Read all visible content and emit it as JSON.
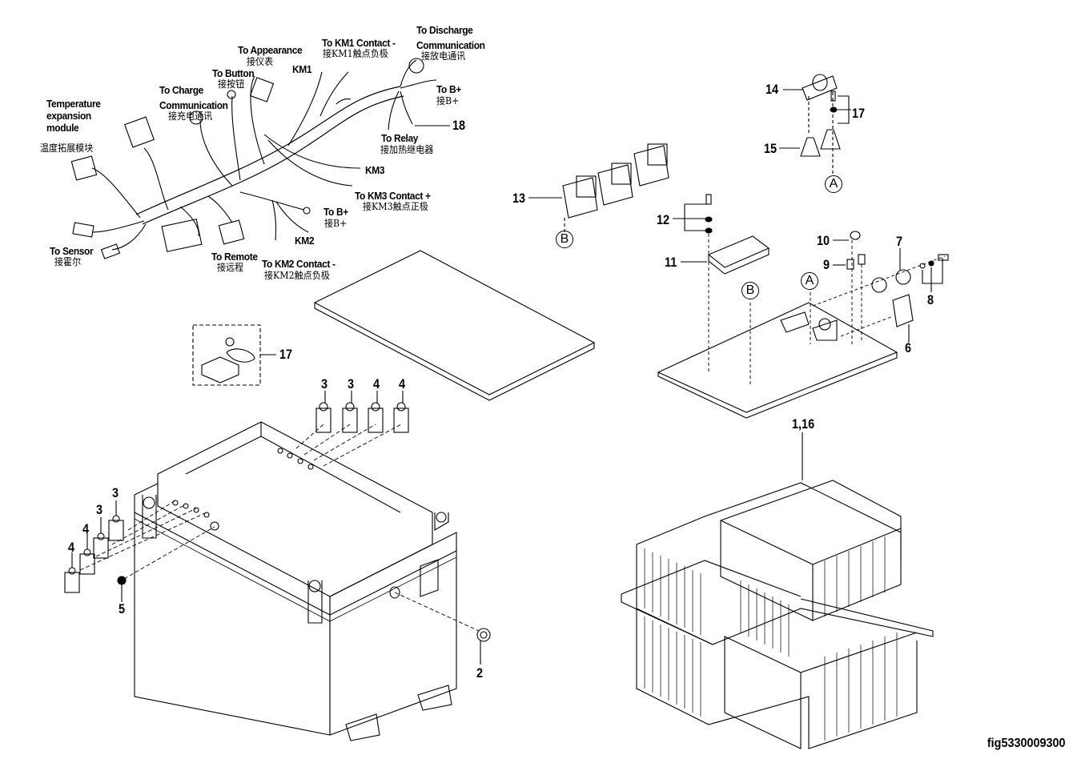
{
  "figure": {
    "id": "fig5330009300",
    "type": "exploded parts diagram",
    "subject": "Battery box assembly with wiring harness"
  },
  "harness_labels": [
    {
      "key": "temp",
      "en": [
        "Temperature",
        "expansion",
        "module"
      ],
      "zh": "温度拓展模块"
    },
    {
      "key": "charge",
      "en": [
        "To Charge",
        "Communication"
      ],
      "zh": "接充电通讯"
    },
    {
      "key": "button",
      "en": [
        "To Button"
      ],
      "zh": "接按钮"
    },
    {
      "key": "appearance",
      "en": [
        "To Appearance"
      ],
      "zh": "接仪表"
    },
    {
      "key": "km1contact",
      "en": [
        "To KM1 Contact -"
      ],
      "zh": "接KM1触点负极"
    },
    {
      "key": "discharge",
      "en": [
        "To Discharge",
        "Communication"
      ],
      "zh": "接放电通讯"
    },
    {
      "key": "bplus1",
      "en": [
        "To B+"
      ],
      "zh": "接B+"
    },
    {
      "key": "relay",
      "en": [
        "To Relay"
      ],
      "zh": "接加热继电器"
    },
    {
      "key": "km3contact",
      "en": [
        "To KM3 Contact +"
      ],
      "zh": "接KM3触点正极"
    },
    {
      "key": "bplus2",
      "en": [
        "To B+"
      ],
      "zh": "接B+"
    },
    {
      "key": "sensor",
      "en": [
        "To Sensor"
      ],
      "zh": "接霍尔"
    },
    {
      "key": "remote",
      "en": [
        "To Remote"
      ],
      "zh": "接远程"
    },
    {
      "key": "km2contact",
      "en": [
        "To KM2 Contact -"
      ],
      "zh": "接KM2触点负极"
    }
  ],
  "wire_tags": {
    "km1": "KM1",
    "km2": "KM2",
    "km3": "KM3"
  },
  "callouts": {
    "c18": "18",
    "c13": "13",
    "c12": "12",
    "c11": "11",
    "c14": "14",
    "c15": "15",
    "c17a": "17",
    "c10": "10",
    "c9": "9",
    "c7": "7",
    "c8": "8",
    "c6": "6",
    "c17b": "17",
    "c3a": "3",
    "c3b": "3",
    "c4a": "4",
    "c4b": "4",
    "c3c": "3",
    "c3d": "3",
    "c4c": "4",
    "c4d": "4",
    "c5": "5",
    "c2": "2",
    "c116": "1,16"
  },
  "reference_marks": {
    "a_top": "A",
    "a_plate": "A",
    "b_relay": "B",
    "b_plate": "B"
  }
}
